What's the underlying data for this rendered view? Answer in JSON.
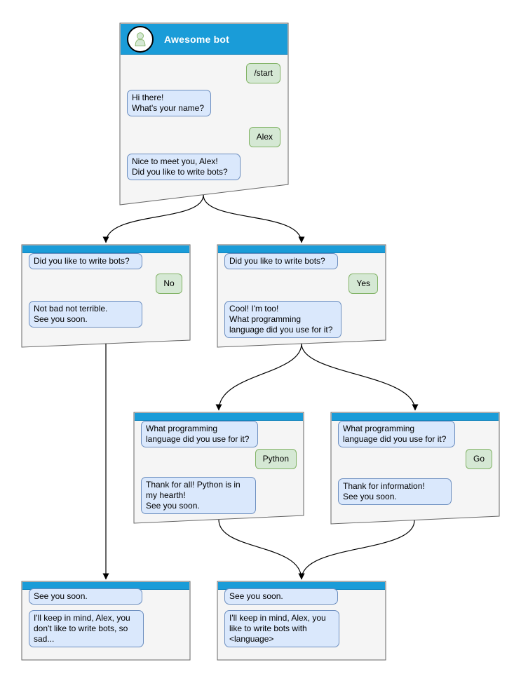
{
  "colors": {
    "header": "#1a9cd8",
    "header_border": "#1284bd",
    "bot_bubble": "#dae8fc",
    "bot_bubble_border": "#6c8ebf",
    "user_bubble": "#d5e8d4",
    "user_bubble_border": "#82b366",
    "window_body": "#f5f5f5",
    "window_border": "#666666"
  },
  "icons": {
    "avatar": "person-icon"
  },
  "windows": [
    {
      "id": "main",
      "title": "Awesome bot",
      "messages": [
        {
          "from": "user",
          "text": "/start"
        },
        {
          "from": "bot",
          "text": "Hi there!\nWhat's your name?"
        },
        {
          "from": "user",
          "text": "Alex"
        },
        {
          "from": "bot",
          "text": "Nice to meet you, Alex!\nDid you like to write bots?"
        }
      ]
    },
    {
      "id": "branch-no",
      "messages": [
        {
          "from": "bot",
          "text": "Did you like to write bots?"
        },
        {
          "from": "user",
          "text": "No"
        },
        {
          "from": "bot",
          "text": "Not bad not terrible.\nSee you soon."
        }
      ]
    },
    {
      "id": "branch-yes",
      "messages": [
        {
          "from": "bot",
          "text": "Did you like to write bots?"
        },
        {
          "from": "user",
          "text": "Yes"
        },
        {
          "from": "bot",
          "text": "Cool! I'm too!\nWhat programming\nlanguage did you use for it?"
        }
      ]
    },
    {
      "id": "branch-python",
      "messages": [
        {
          "from": "bot",
          "text": "What programming\nlanguage did you use for it?"
        },
        {
          "from": "user",
          "text": "Python"
        },
        {
          "from": "bot",
          "text": "Thank for all! Python is in\nmy hearth!\nSee you soon."
        }
      ]
    },
    {
      "id": "branch-go",
      "messages": [
        {
          "from": "bot",
          "text": "What programming\nlanguage did you use for it?"
        },
        {
          "from": "user",
          "text": "Go"
        },
        {
          "from": "bot",
          "text": "Thank for information!\nSee you soon."
        }
      ]
    },
    {
      "id": "end-no",
      "messages": [
        {
          "from": "bot",
          "text": "See you soon."
        },
        {
          "from": "bot",
          "text": "I'll keep in mind, Alex, you\ndon't like to write bots, so\nsad..."
        }
      ]
    },
    {
      "id": "end-yes",
      "messages": [
        {
          "from": "bot",
          "text": "See you soon."
        },
        {
          "from": "bot",
          "text": "I'll keep in mind, Alex, you\nlike to write bots with\n<language>"
        }
      ]
    }
  ],
  "connectors": [
    {
      "from": "main",
      "to": "branch-no"
    },
    {
      "from": "main",
      "to": "branch-yes"
    },
    {
      "from": "branch-yes",
      "to": "branch-python"
    },
    {
      "from": "branch-yes",
      "to": "branch-go"
    },
    {
      "from": "branch-no",
      "to": "end-no"
    },
    {
      "from": "branch-python",
      "to": "end-yes"
    },
    {
      "from": "branch-go",
      "to": "end-yes"
    }
  ]
}
